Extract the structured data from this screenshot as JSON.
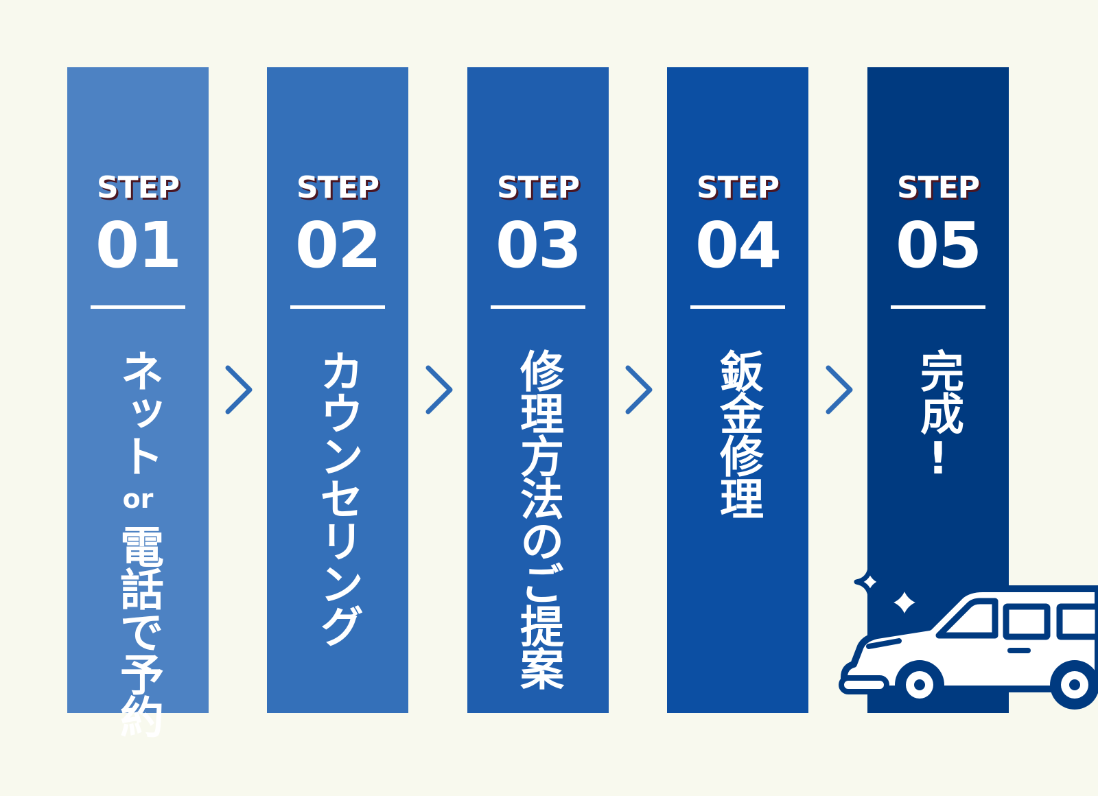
{
  "colors": {
    "background": "#f8f9ee",
    "step1": "#4d82c3",
    "step2": "#3470b9",
    "step3": "#1f5eae",
    "step4": "#0c4fa3",
    "step5": "#003a80",
    "chevron": "#2f6cb6",
    "label_shadow": "#4a1622"
  },
  "steps": [
    {
      "label": "STEP",
      "number": "01",
      "text_top": "ネット",
      "text_mid": "or",
      "text_bottom": "電話で予約"
    },
    {
      "label": "STEP",
      "number": "02",
      "text": "カウンセリング"
    },
    {
      "label": "STEP",
      "number": "03",
      "text": "修理方法のご提案"
    },
    {
      "label": "STEP",
      "number": "04",
      "text": "鈑金修理"
    },
    {
      "label": "STEP",
      "number": "05",
      "text": "完成!"
    }
  ],
  "icons": {
    "chevron": "chevron-right-icon",
    "car": "shiny-car-icon"
  }
}
